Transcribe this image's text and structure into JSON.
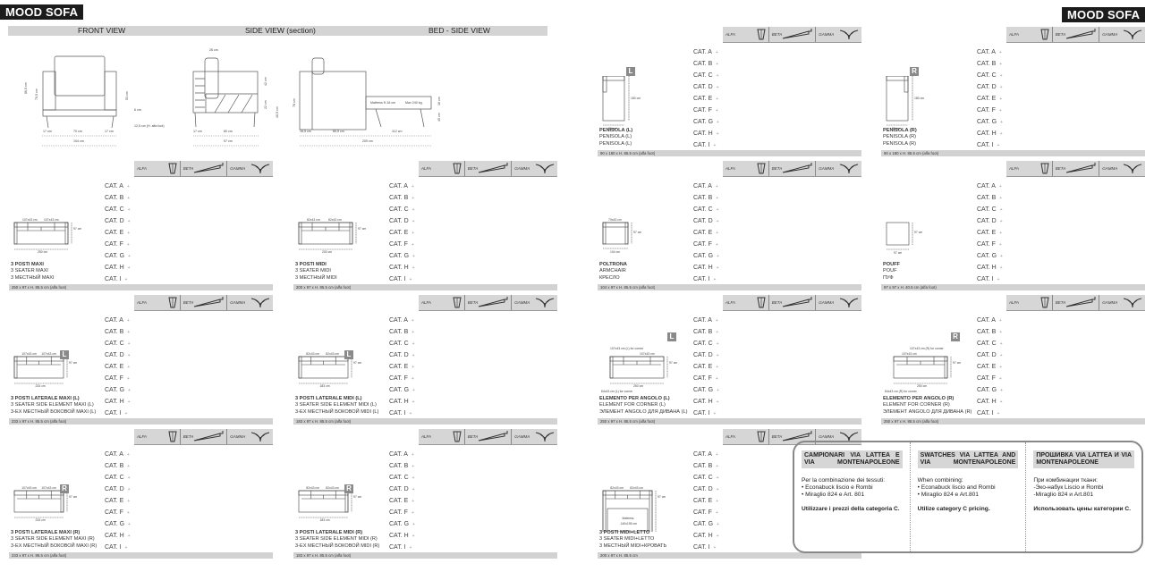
{
  "title_left": "MOOD SOFA",
  "title_right": "MOOD SOFA",
  "views": {
    "front": "FRONT VIEW",
    "side": "SIDE VIEW (section)",
    "bed": "BED - SIDE VIEW"
  },
  "tech": {
    "front": {
      "h_total": "86,5 cm",
      "h_arm": "70,5 cm",
      "h_seat": "53 cm",
      "base": "6 cm",
      "foot": "12,5 cm (H. alfa foot)",
      "arm_l": "17 cm",
      "seat_w": "70 cm",
      "arm_r": "17 cm",
      "width": "104 cm"
    },
    "side": {
      "back": "26 cm",
      "back_h": "42 cm",
      "seat_h": "22 cm",
      "seat_total": "40,5 cm",
      "arm": "17 cm",
      "seat_d": "80 cm",
      "depth": "97 cm"
    },
    "bed": {
      "h": "78 cm",
      "mattress": "Mattress H.18 cm",
      "max": "Max 240 kg.",
      "m_h": "16 cm",
      "leg_h": "45 cm",
      "a": "16,5 cm",
      "b": "80,5 cm",
      "c": "112 cm",
      "total": "209 cm"
    }
  },
  "legend": [
    {
      "label": "ALFA",
      "icon": "alfa-foot-icon"
    },
    {
      "label": "BETA",
      "icon": "beta-foot-icon"
    },
    {
      "label": "GAMMA",
      "icon": "gamma-foot-icon"
    }
  ],
  "categories": [
    "CAT. A",
    "CAT. B",
    "CAT. C",
    "CAT. D",
    "CAT. E",
    "CAT. F",
    "CAT. G",
    "CAT. H",
    "CAT. I"
  ],
  "price_placeholder": "+",
  "products": [
    {
      "names": [
        "3 POSTI MAXI",
        "3 SEATER MAXI",
        "3 МЕСТНЫЙ MAXI"
      ],
      "dims": "250 x 97 x H. 85.5 cm (alfa foot)",
      "badge": "",
      "kind": "sofa",
      "labels": [
        "107x43 cm",
        "107x43 cm",
        "250 cm",
        "97 cm"
      ]
    },
    {
      "names": [
        "3 POSTI MIDI",
        "3 SEATER MIDI",
        "3 МЕСТНЫЙ MIDI"
      ],
      "dims": "200 x 97 x H. 85.5 cm (alfa foot)",
      "badge": "",
      "kind": "sofa",
      "labels": [
        "82x43 cm",
        "82x43 cm",
        "200 cm",
        "97 cm"
      ]
    },
    {
      "names": [
        "3 POSTI LATERALE MAXI (L)",
        "3 SEATER SIDE ELEMENT MAXI (L)",
        "3-ЕХ МЕСТНЫЙ БОКОВОЙ MAXI (L)"
      ],
      "dims": "233 x 97 x H. 85.5 cm (alfa foot)",
      "badge": "L",
      "kind": "side-l",
      "labels": [
        "107x43 cm",
        "107x43 cm",
        "233 cm",
        "97 cm"
      ]
    },
    {
      "names": [
        "3 POSTI LATERALE MIDI (L)",
        "3 SEATER SIDE ELEMENT MIDI (L)",
        "3-ЕХ МЕСТНЫЙ БОКОВОЙ MIDI (L)"
      ],
      "dims": "183 x 97 x H. 85.5 cm (alfa foot)",
      "badge": "L",
      "kind": "side-l",
      "labels": [
        "82x43 cm",
        "82x43 cm",
        "183 cm",
        "97 cm"
      ]
    },
    {
      "names": [
        "3 POSTI LATERALE MAXI (R)",
        "3 SEATER SIDE ELEMENT MAXI (R)",
        "3-ЕХ МЕСТНЫЙ БОКОВОЙ MAXI (R)"
      ],
      "dims": "233 x 97 x H. 85.5 cm (alfa foot)",
      "badge": "R",
      "kind": "side-r",
      "labels": [
        "107x43 cm",
        "107x43 cm",
        "233 cm",
        "97 cm"
      ]
    },
    {
      "names": [
        "3 POSTI LATERALE MIDI (R)",
        "3 SEATER SIDE ELEMENT MIDI (R)",
        "3-ЕХ МЕСТНЫЙ БОКОВОЙ MIDI (R)"
      ],
      "dims": "183 x 97 x H. 85.5 cm (alfa foot)",
      "badge": "R",
      "kind": "side-r",
      "labels": [
        "82x43 cm",
        "82x43 cm",
        "183 cm",
        "97 cm"
      ]
    },
    {
      "names": [
        "PENISOLA (L)",
        "PENISOLA (L)",
        "PENISOLA (L)"
      ],
      "dims": "90 x 180 x H. 85.5 cm (alfa foot)",
      "badge": "L",
      "kind": "chaise-l",
      "labels": [
        "70x43 cm",
        "180 cm",
        "90 cm"
      ]
    },
    {
      "names": [
        "PENISOLA (R)",
        "PENISOLA (R)",
        "PENISOLA (R)"
      ],
      "dims": "90 x 180 x H. 85.5 cm (alfa foot)",
      "badge": "R",
      "kind": "chaise-r",
      "labels": [
        "70x43 cm",
        "180 cm",
        "90 cm"
      ]
    },
    {
      "names": [
        "POLTRONA",
        "ARMCHAIR",
        "КРЕСЛО"
      ],
      "dims": "104 x 97 x H. 85.5 cm (alfa foot)",
      "badge": "",
      "kind": "armchair",
      "labels": [
        "70x43 cm",
        "97 cm",
        "104 cm"
      ]
    },
    {
      "names": [
        "POUFF",
        "POUF",
        "ПУФ"
      ],
      "dims": "97 x 97 x H. 40.5 cm (alfa foot)",
      "badge": "",
      "kind": "pouf",
      "labels": [
        "97 cm",
        "97 cm"
      ]
    },
    {
      "names": [
        "ELEMENTO PER ANGOLO (L)",
        "ELEMENT FOR CORNER (L)",
        "ЭЛЕМЕНТ ANGOLO ДЛЯ ДИВАНА (L)"
      ],
      "dims": "250 x 97 x H. 85.5 cm (alfa foot)",
      "badge": "L",
      "kind": "corner-l",
      "labels": [
        "107x43 cm (L) for corner",
        "107x43 cm",
        "250 cm",
        "97 cm",
        "84x43 cm (L) for corner"
      ]
    },
    {
      "names": [
        "ELEMENTO PER ANGOLO (R)",
        "ELEMENT FOR CORNER (R)",
        "ЭЛЕМЕНТ ANGOLO ДЛЯ ДИВАНА (R)"
      ],
      "dims": "250 x 97 x H. 85.5 cm (alfa foot)",
      "badge": "R",
      "kind": "corner-r",
      "labels": [
        "107x43 cm",
        "107x43 cm (R) for corner",
        "250 cm",
        "97 cm",
        "84x43 cm (R) for corner"
      ]
    },
    {
      "names": [
        "3 POSTI MIDI+LETTO",
        "3 SEATER MIDI+LETTO",
        "3 МЕСТНЫЙ MIDI+КРОВАТЬ"
      ],
      "dims": "200 x 97 x H. 85.5 cm",
      "badge": "",
      "kind": "bed",
      "labels": [
        "82x43 cm",
        "82x43 cm",
        "200 cm",
        "97 cm",
        "Mattress",
        "140x195 cm"
      ]
    }
  ],
  "info": [
    {
      "head": "CAMPIONARI VIA LATTEA E VIA MONTENAPOLEONE",
      "intro": "Per la combinazione dei tessuti:",
      "items": [
        "• Econabuck liscio e Rombi",
        "• Miraglio 824 e Art. 801"
      ],
      "note": "Utilizzare i prezzi della categoria C."
    },
    {
      "head": "SWATCHES VIA LATTEA AND VIA MONTENAPOLEONE",
      "intro": "When combining:",
      "items": [
        "• Econabuck liscio and Rombi",
        "• Miraglio 824 e Art.801"
      ],
      "note": "Utilize category C pricing."
    },
    {
      "head": "ПРОШИВКА VIA LATTEA И VIA MONTENAPOLEONE",
      "intro": "При комбинации ткани:",
      "items": [
        "-Эко-набук Liscio и Rombi",
        "-Miraglio 824 и Art.801"
      ],
      "note": "Использовать цены категории C."
    }
  ]
}
